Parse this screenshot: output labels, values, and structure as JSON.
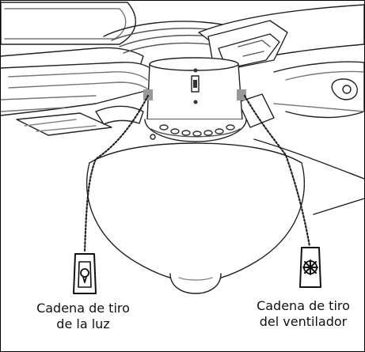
{
  "labels": {
    "light_chain": {
      "line1": "Cadena de tiro",
      "line2": "de la luz"
    },
    "fan_chain": {
      "line1": "Cadena de tiro",
      "line2": "del ventilador"
    }
  }
}
